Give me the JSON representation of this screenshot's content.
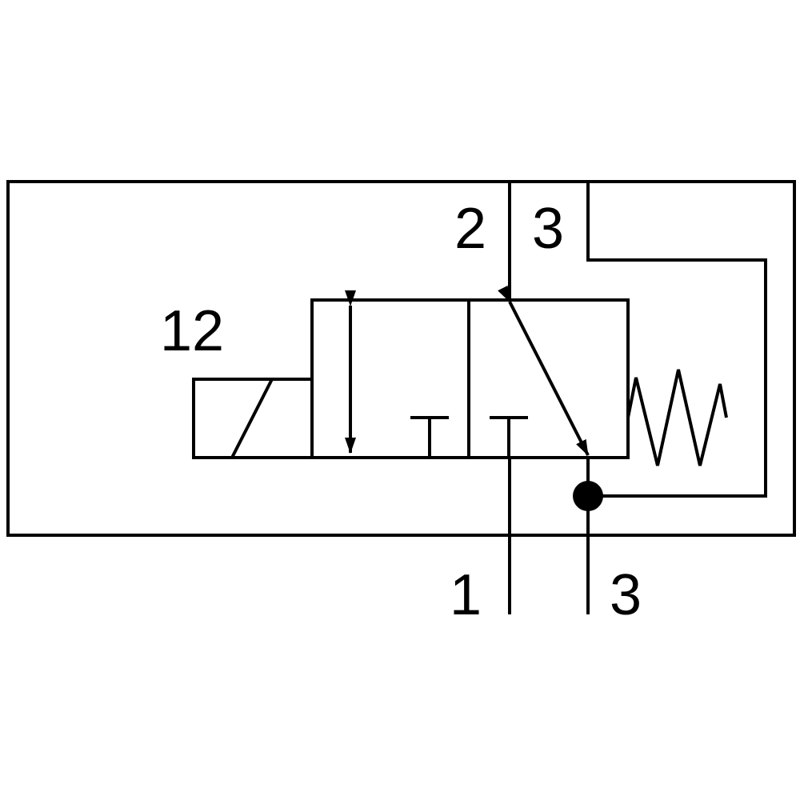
{
  "diagram": {
    "kind": "pneumatic 3/2 solenoid valve symbol",
    "colors": {
      "line": "#000000",
      "background": "#ffffff"
    },
    "labels": {
      "pilot": "12",
      "port_2": "2",
      "port_3_top": "3",
      "port_1": "1",
      "port_3_bottom": "3"
    },
    "components": {
      "actuator": "solenoid",
      "return": "spring",
      "junction": "filled-dot"
    }
  }
}
